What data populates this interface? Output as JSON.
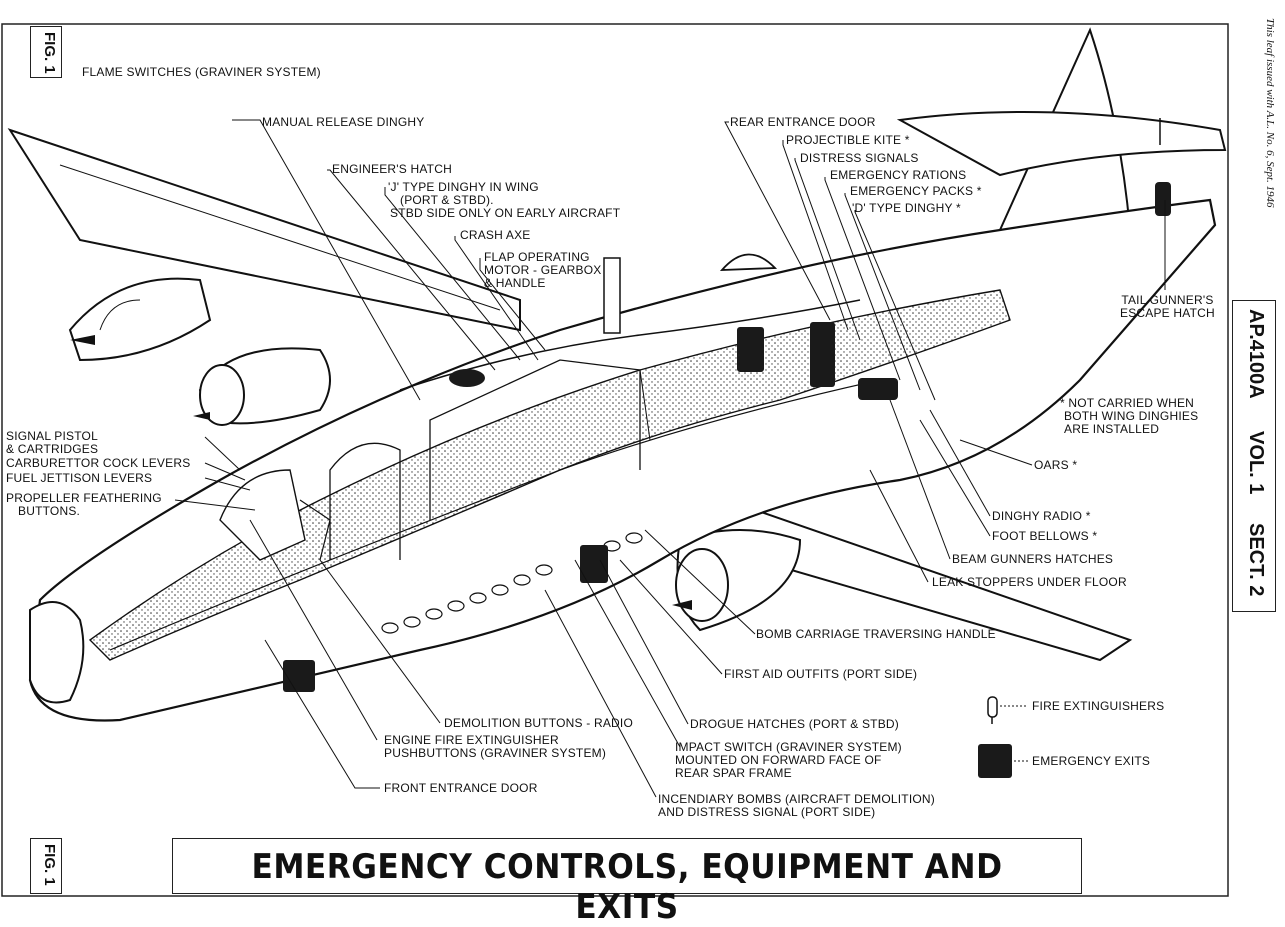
{
  "figure": {
    "tag": "FIG. 1",
    "title": "EMERGENCY CONTROLS, EQUIPMENT AND EXITS"
  },
  "side_reference": {
    "publication": "AP.4100A",
    "volume": "VOL. 1",
    "section": "SECT. 2"
  },
  "leaf_note": "This leaf issued with A.L. No. 6, Sept. 1946",
  "callouts": {
    "flame_switches": "FLAME SWITCHES (GRAVINER SYSTEM)",
    "manual_release_dinghy": "MANUAL RELEASE DINGHY",
    "engineers_hatch": "ENGINEER'S HATCH",
    "j_type_dinghy_1": "'J' TYPE DINGHY IN WING",
    "j_type_dinghy_2": "(PORT & STBD).",
    "j_type_dinghy_3": "STBD SIDE ONLY ON EARLY AIRCRAFT",
    "crash_axe": "CRASH AXE",
    "flap_motor_1": "FLAP OPERATING",
    "flap_motor_2": "MOTOR - GEARBOX",
    "flap_motor_3": "& HANDLE",
    "rear_entrance_door": "REAR ENTRANCE DOOR",
    "projectible_kite": "PROJECTIBLE KITE *",
    "distress_signals": "DISTRESS SIGNALS",
    "emergency_rations": "EMERGENCY RATIONS",
    "emergency_packs": "EMERGENCY PACKS *",
    "d_type_dinghy": "'D' TYPE DINGHY *",
    "tail_gunner_1": "TAIL GUNNER'S",
    "tail_gunner_2": "ESCAPE HATCH",
    "not_carried_1": "* NOT CARRIED WHEN",
    "not_carried_2": "BOTH WING DINGHIES",
    "not_carried_3": "ARE INSTALLED",
    "oars": "OARS *",
    "dinghy_radio": "DINGHY RADIO *",
    "foot_bellows": "FOOT BELLOWS *",
    "beam_gunners_hatches": "BEAM GUNNERS HATCHES",
    "leak_stoppers": "LEAK STOPPERS UNDER FLOOR",
    "bomb_carriage": "BOMB CARRIAGE TRAVERSING HANDLE",
    "first_aid": "FIRST AID OUTFITS (PORT SIDE)",
    "drogue_hatches": "DROGUE HATCHES (PORT & STBD)",
    "impact_switch_1": "IMPACT SWITCH (GRAVINER SYSTEM)",
    "impact_switch_2": "MOUNTED ON FORWARD FACE OF",
    "impact_switch_3": "REAR SPAR FRAME",
    "incendiary_1": "INCENDIARY BOMBS (AIRCRAFT DEMOLITION)",
    "incendiary_2": "AND DISTRESS SIGNAL (PORT SIDE)",
    "demolition_buttons": "DEMOLITION BUTTONS - RADIO",
    "engine_fire_1": "ENGINE FIRE EXTINGUISHER",
    "engine_fire_2": "PUSHBUTTONS (GRAVINER SYSTEM)",
    "front_entrance_door": "FRONT ENTRANCE DOOR",
    "signal_pistol_1": "SIGNAL PISTOL",
    "signal_pistol_2": "& CARTRIDGES",
    "carburettor": "CARBURETTOR COCK LEVERS",
    "fuel_jettison": "FUEL JETTISON LEVERS",
    "propeller_1": "PROPELLER FEATHERING",
    "propeller_2": "BUTTONS."
  },
  "legend": {
    "fire_extinguishers": "FIRE EXTINGUISHERS",
    "emergency_exits": "EMERGENCY EXITS"
  }
}
